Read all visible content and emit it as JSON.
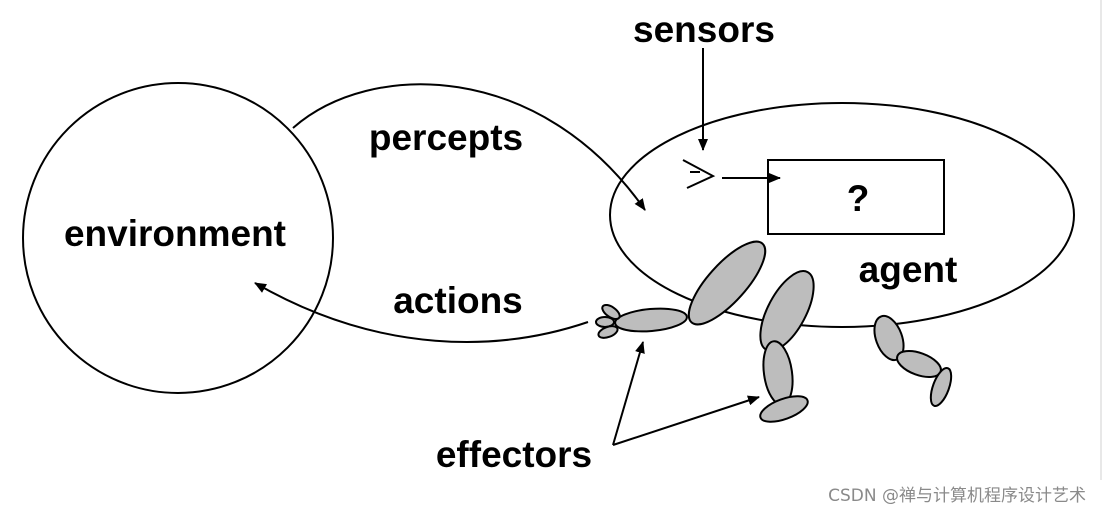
{
  "labels": {
    "environment": "environment",
    "percepts": "percepts",
    "actions": "actions",
    "sensors": "sensors",
    "agent": "agent",
    "question": "?",
    "effectors": "effectors"
  },
  "watermark": "CSDN @禅与计算机程序设计艺术",
  "colors": {
    "line": "#000000",
    "limb_fill": "#bdbdbd",
    "background": "#ffffff",
    "watermark": "#8a8a8a"
  }
}
